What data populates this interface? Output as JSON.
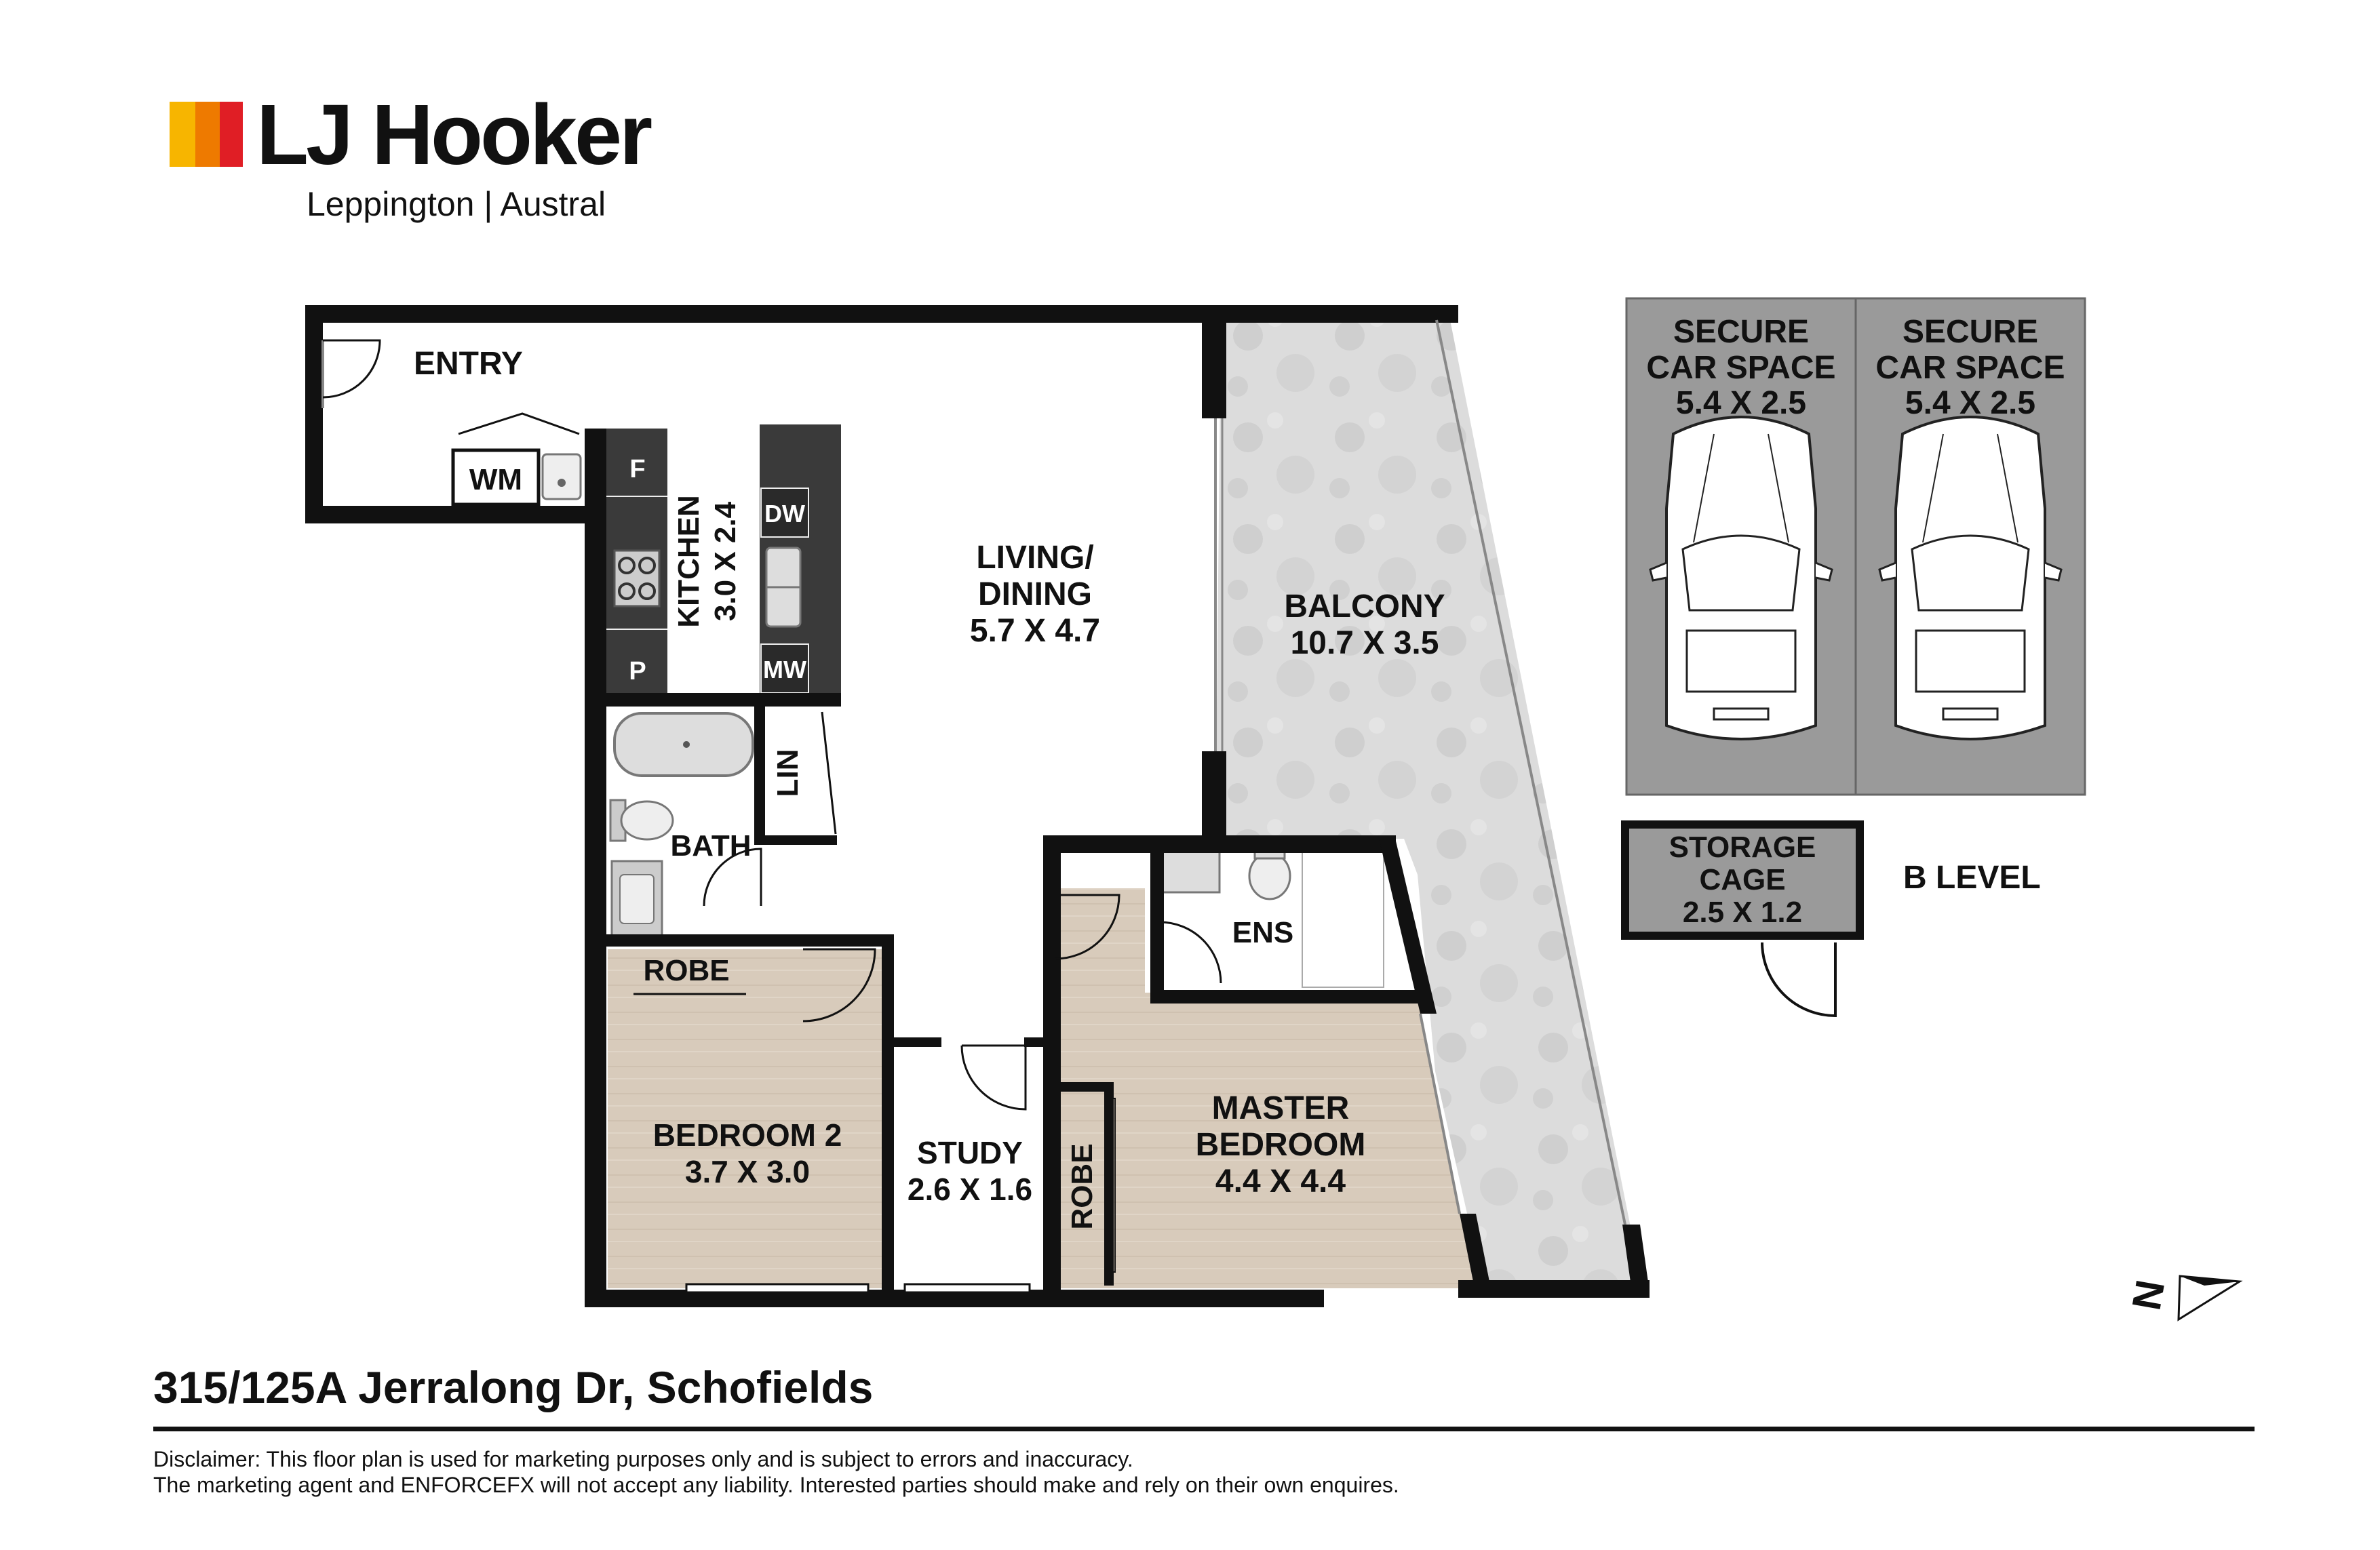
{
  "brand": {
    "name": "LJ Hooker",
    "office": "Leppington | Austral",
    "colors": {
      "yellow": "#F7B500",
      "orange": "#EE7A00",
      "red": "#E01E25"
    }
  },
  "rooms": {
    "entry": "ENTRY",
    "wm": "WM",
    "fridge": "F",
    "pantry": "P",
    "dishwasher": "DW",
    "microwave": "MW",
    "kitchen": {
      "name": "KITCHEN",
      "size": "3.0 X 2.4"
    },
    "living": {
      "name_line1": "LIVING/",
      "name_line2": "DINING",
      "size": "5.7 X 4.7"
    },
    "balcony": {
      "name": "BALCONY",
      "size": "10.7 X 3.5"
    },
    "bath": "BATH",
    "lin": "LIN",
    "robe_bed2": "ROBE",
    "bedroom2": {
      "name": "BEDROOM 2",
      "size": "3.7 X 3.0"
    },
    "study": {
      "name": "STUDY",
      "size": "2.6 X 1.6"
    },
    "robe_master": "ROBE",
    "ens": "ENS",
    "master": {
      "name_line1": "MASTER",
      "name_line2": "BEDROOM",
      "size": "4.4 X 4.4"
    }
  },
  "parking": [
    {
      "line1": "SECURE",
      "line2": "CAR SPACE",
      "size": "5.4 X 2.5"
    },
    {
      "line1": "SECURE",
      "line2": "CAR SPACE",
      "size": "5.4 X 2.5"
    }
  ],
  "storage": {
    "line1": "STORAGE",
    "line2": "CAGE",
    "size": "2.5 X 1.2"
  },
  "level": "B LEVEL",
  "compass": {
    "letter": "N"
  },
  "address": "315/125A Jerralong Dr, Schofields",
  "disclaimer": {
    "line1": "Disclaimer: This floor plan is used for marketing purposes only and is subject to errors and inaccuracy.",
    "line2": "The marketing agent and ENFORCEFX will not accept any liability. Interested parties should make and rely on their own enquires."
  },
  "colors": {
    "wall": "#111111",
    "floor_timber": "#D8CBBB",
    "balcony": "#DCDCDC",
    "carpark": "#9A9A9A",
    "cabinet": "#3A3A3A"
  }
}
